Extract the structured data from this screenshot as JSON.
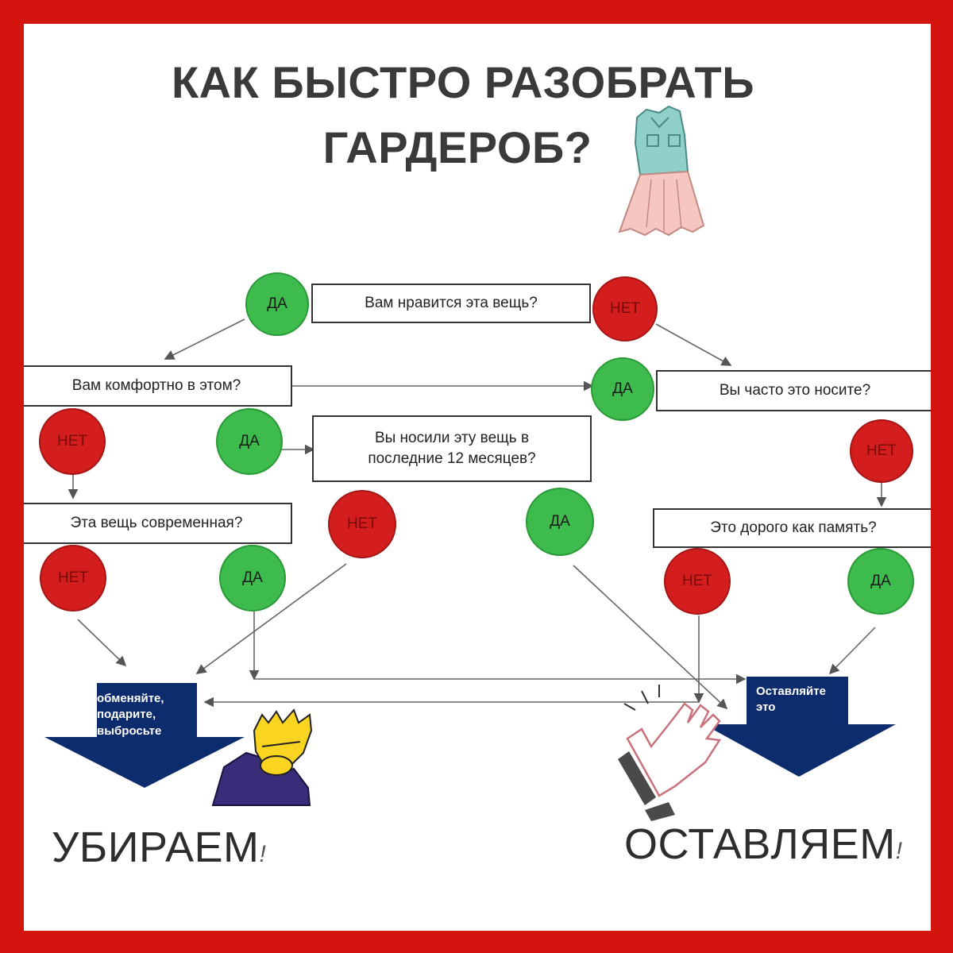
{
  "title": {
    "line1": "КАК БЫСТРО РАЗОБРАТЬ",
    "line2": "ГАРДЕРОБ?"
  },
  "questions": {
    "like": "Вам нравится эта вещь?",
    "comfort": "Вам комфортно в этом?",
    "wear_often": "Вы часто это носите?",
    "worn_12m": "Вы носили эту вещь в последние 12 месяцев?",
    "modern": "Эта вещь современная?",
    "sentimental": "Это дорого как память?"
  },
  "answers": {
    "yes": "ДА",
    "no": "НЕТ"
  },
  "outcomes": {
    "discard_arrow": "обменяйте, подарите, выбросьте",
    "keep_arrow": "Оставляйте это",
    "discard_label": "УБИРАЕМ",
    "keep_label": "ОСТАВЛЯЕМ",
    "exclamation": "!"
  },
  "colors": {
    "frame": "#d4150f",
    "yes": "#3dbb4d",
    "no": "#d41e1e",
    "outcome_arrow": "#0d2c6e"
  },
  "icons": [
    "clothes-icon",
    "facepalm-icon",
    "clapping-hands-icon"
  ]
}
